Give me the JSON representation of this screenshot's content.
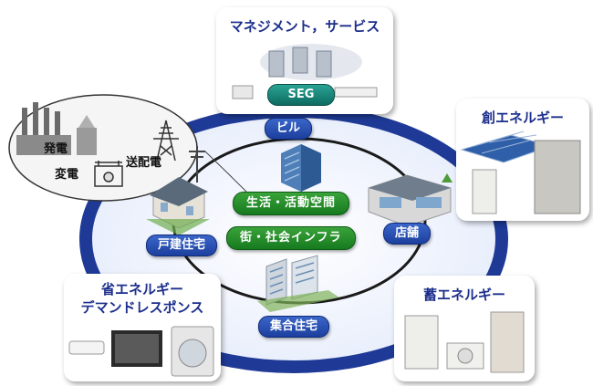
{
  "management": {
    "title": "マネジメント，サービス",
    "seg_label": "SEG"
  },
  "power_grid": {
    "generation": "発電",
    "distribution": "送配電",
    "substation": "変電"
  },
  "creation": {
    "title": "創エネルギー"
  },
  "saving": {
    "title_line1": "省エネルギー",
    "title_line2": "デマンドレスポンス"
  },
  "storage": {
    "title": "蓄エネルギー"
  },
  "buildings": {
    "office": "ビル",
    "house": "戸建住宅",
    "shop": "店舗",
    "apartment": "集合住宅"
  },
  "center": {
    "living_space": "生活・活動空間",
    "infrastructure": "街・社会インフラ"
  },
  "colors": {
    "ring": "#1e3a96",
    "pill_blue": "#1c3f9e",
    "pill_green": "#167a1f",
    "title_navy": "#1d2f8c"
  }
}
